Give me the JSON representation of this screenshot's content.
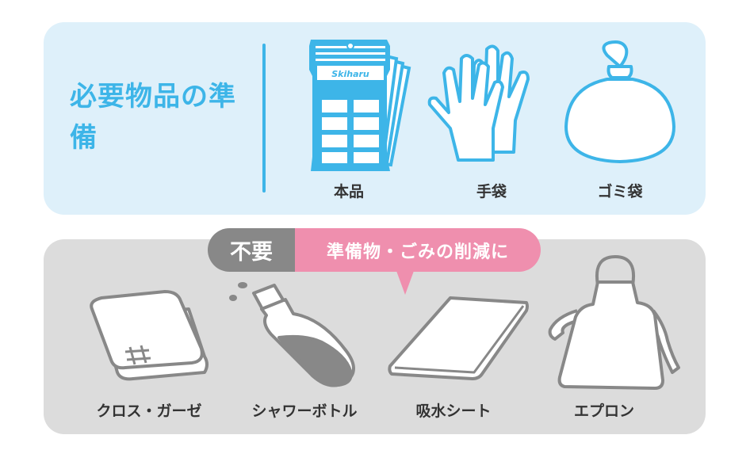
{
  "required": {
    "title": "必要物品の準備",
    "items": [
      {
        "label": "本品",
        "icon": "product-pack-icon",
        "brand": "Skiharu"
      },
      {
        "label": "手袋",
        "icon": "gloves-icon"
      },
      {
        "label": "ゴミ袋",
        "icon": "trash-bag-icon"
      }
    ]
  },
  "unneeded": {
    "badge": "不要",
    "message": "準備物・ごみの削減に",
    "items": [
      {
        "label": "クロス・ガーゼ",
        "icon": "cloth-icon"
      },
      {
        "label": "シャワーボトル",
        "icon": "shower-bottle-icon"
      },
      {
        "label": "吸水シート",
        "icon": "absorbent-sheet-icon"
      },
      {
        "label": "エプロン",
        "icon": "apron-icon"
      }
    ]
  },
  "colors": {
    "blue": "#3db5e8",
    "pink": "#ef8fae",
    "gray": "#888888"
  }
}
